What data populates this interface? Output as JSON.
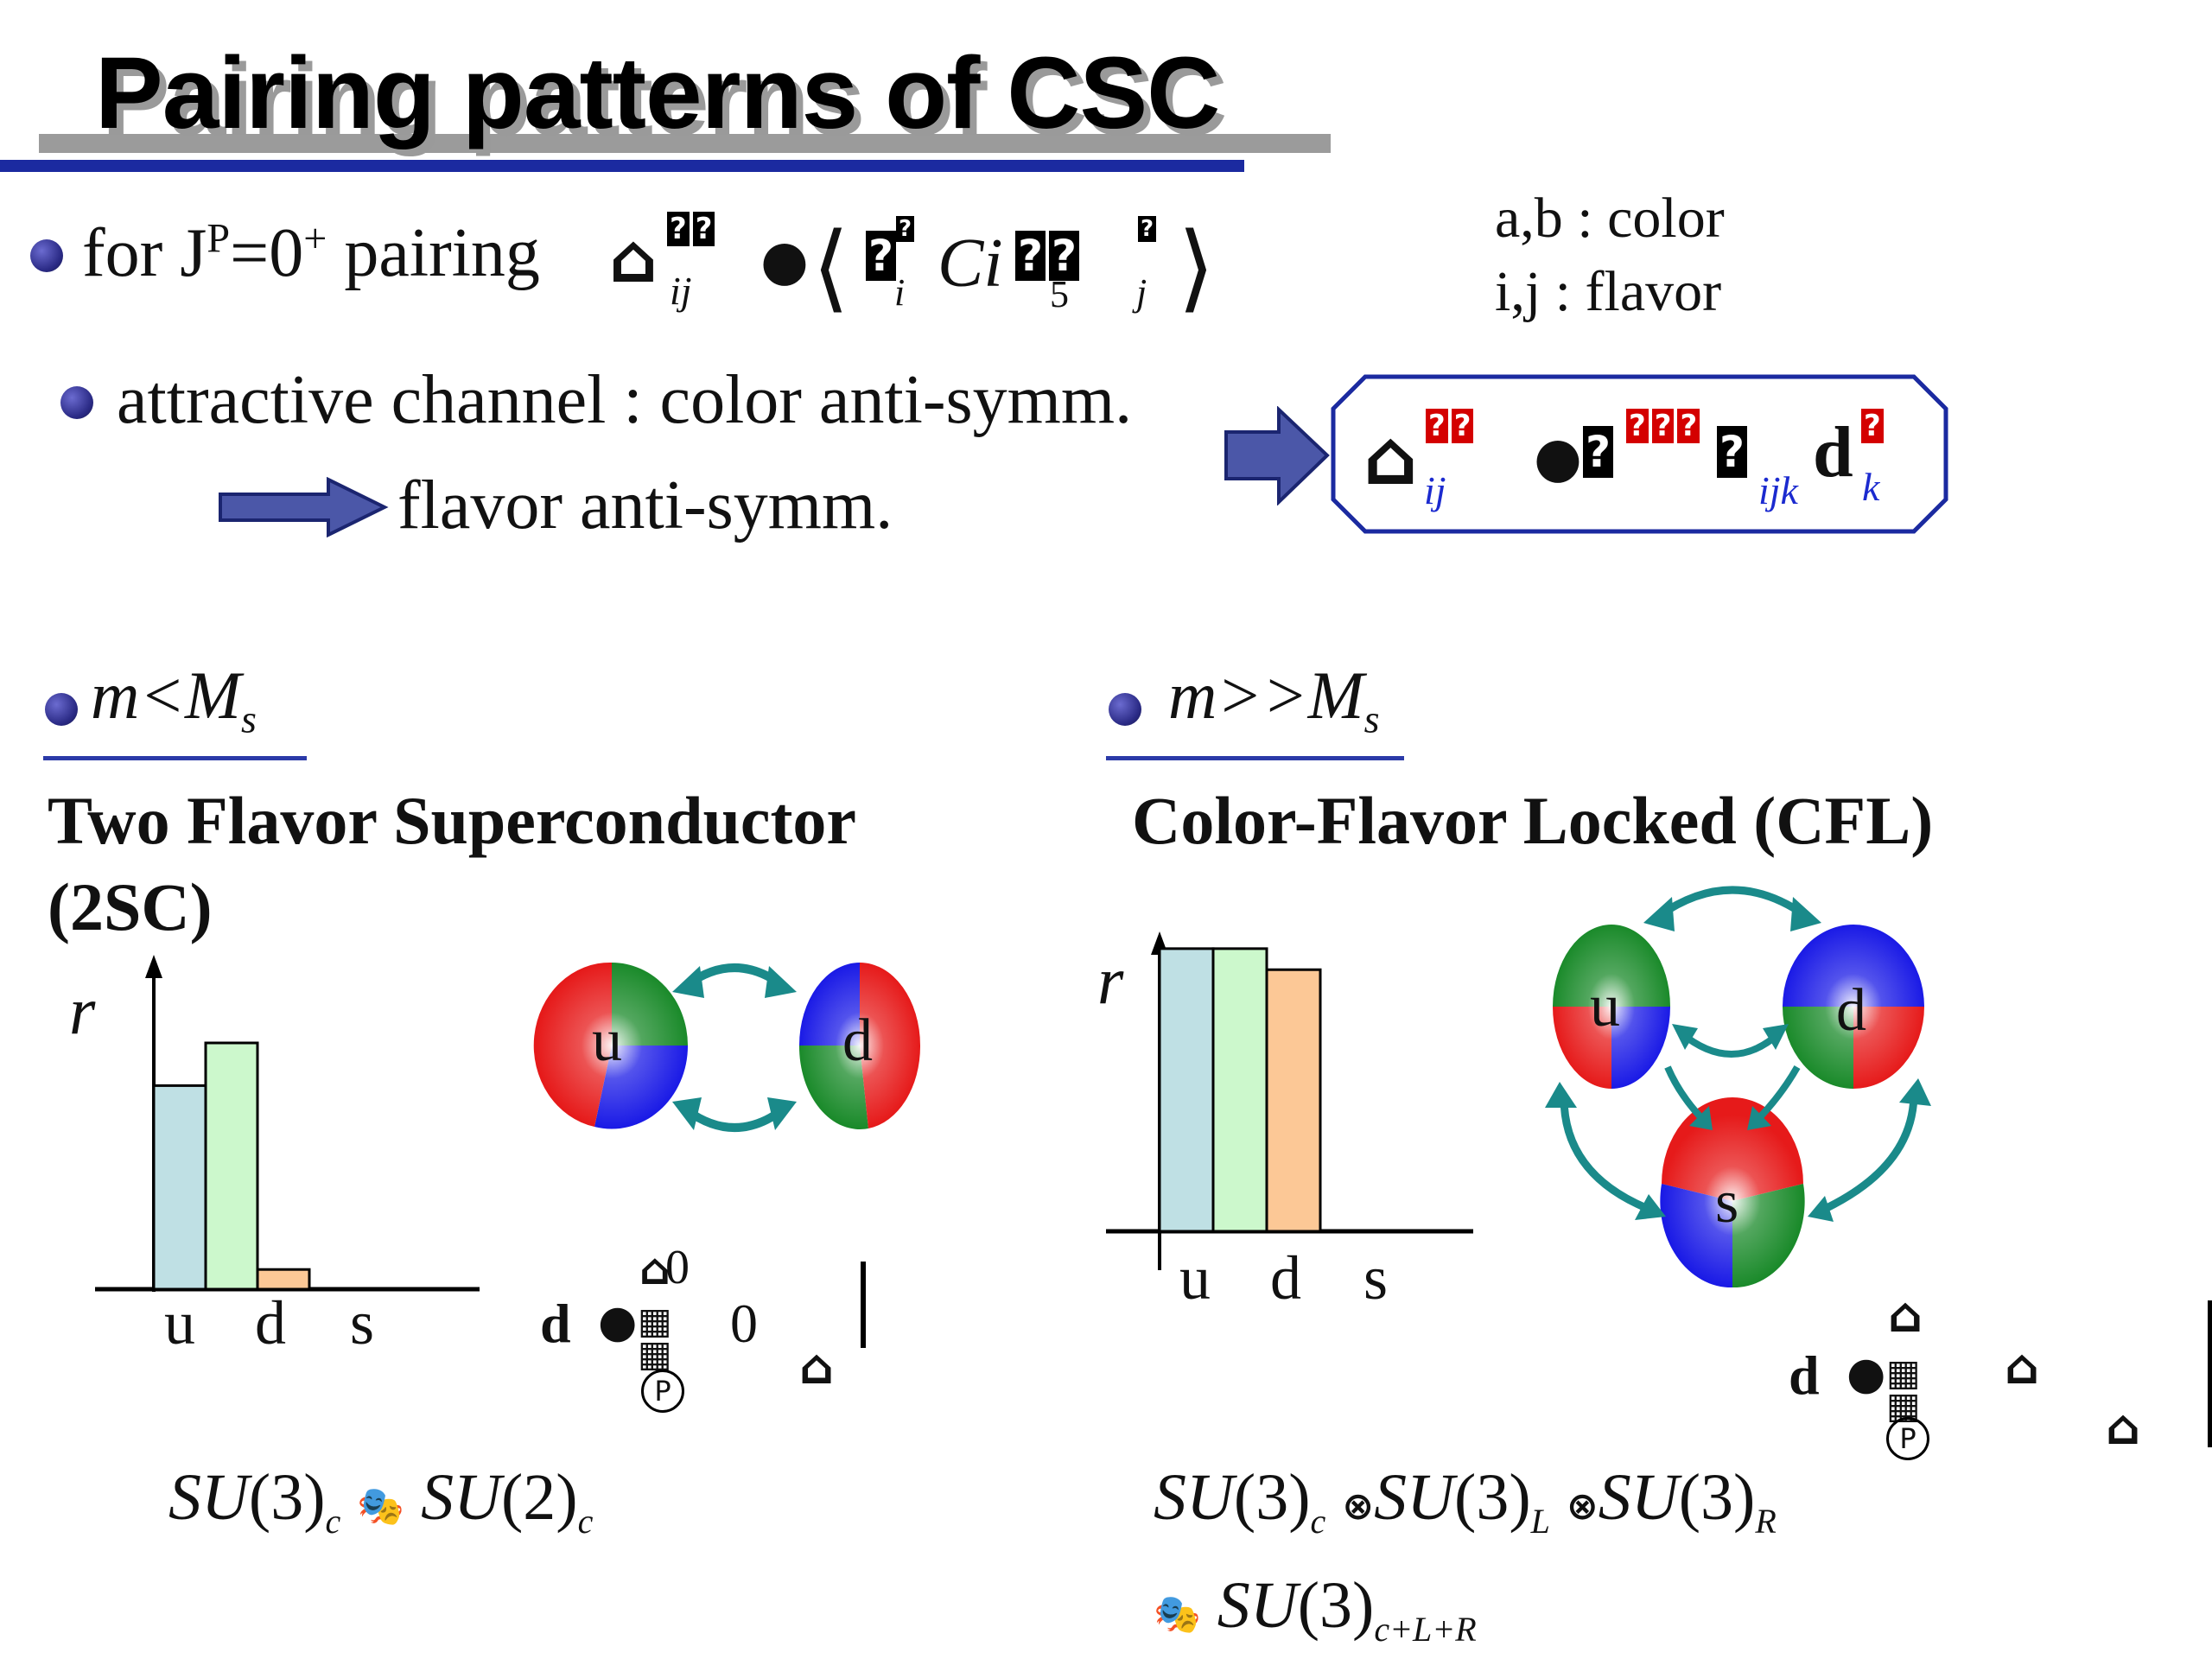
{
  "title": "Pairing patterns of CSC",
  "legend": {
    "line1": "a,b : color",
    "line2": "i,j  : flavor"
  },
  "bullets": {
    "jp_prefix": "for J",
    "jp_sup": "P",
    "jp_mid": "=0",
    "jp_sup2": "+",
    "jp_suffix": " pairing",
    "attractive": "attractive channel : color anti-symm.",
    "flavor": "flavor anti-symm."
  },
  "formula1": {
    "sub_i": "i",
    "ci": "Ci",
    "sub_5": "5",
    "sub_j": "j",
    "sub_ij": "ij",
    "sym": "●"
  },
  "formula_box": {
    "sub_ij": "ij",
    "sub_ijk": "ijk",
    "d": "d",
    "sub_k": "k"
  },
  "left": {
    "condition": "m<M",
    "condition_sub": "s",
    "heading_line1": "Two Flavor Superconductor",
    "heading_line2": "(2SC)",
    "rho": "r",
    "quarks": [
      "u",
      "d",
      "s"
    ],
    "ball_u": "u",
    "ball_d": "d",
    "gap_d": "d",
    "gap_zero_top": "0",
    "gap_zero": "0",
    "gap_p": "P",
    "symmetry": "SU(3)c → SU(2)c",
    "symmetry_parts": {
      "su": "SU",
      "three": "(3)",
      "c1": "c",
      "two": "(2)",
      "c2": "c"
    }
  },
  "right": {
    "condition": "m>>M",
    "condition_sub": "s",
    "heading": "Color-Flavor Locked (CFL)",
    "rho": "r",
    "quarks": [
      "u",
      "d",
      "s"
    ],
    "ball_u": "u",
    "ball_d": "d",
    "ball_s": "s",
    "gap_d": "d",
    "gap_p": "P",
    "sym_line1_parts": {
      "su": "SU",
      "three": "(3)",
      "c": "c",
      "L": "L",
      "R": "R"
    },
    "sym_line2_sub": "c+L+R"
  },
  "chart_data": [
    {
      "type": "bar",
      "categories": [
        "u",
        "d",
        "s"
      ],
      "values": [
        0.62,
        0.75,
        0.06
      ],
      "ylabel": "r",
      "ylim": [
        0,
        1
      ],
      "colors": [
        "#bfe0e4",
        "#ccf8cc",
        "#fcc896"
      ]
    },
    {
      "type": "bar",
      "categories": [
        "u",
        "d",
        "s"
      ],
      "values": [
        0.94,
        0.94,
        0.87
      ],
      "ylabel": "r",
      "ylim": [
        0,
        1
      ],
      "colors": [
        "#bfe0e4",
        "#ccf8cc",
        "#fcc896"
      ]
    }
  ]
}
